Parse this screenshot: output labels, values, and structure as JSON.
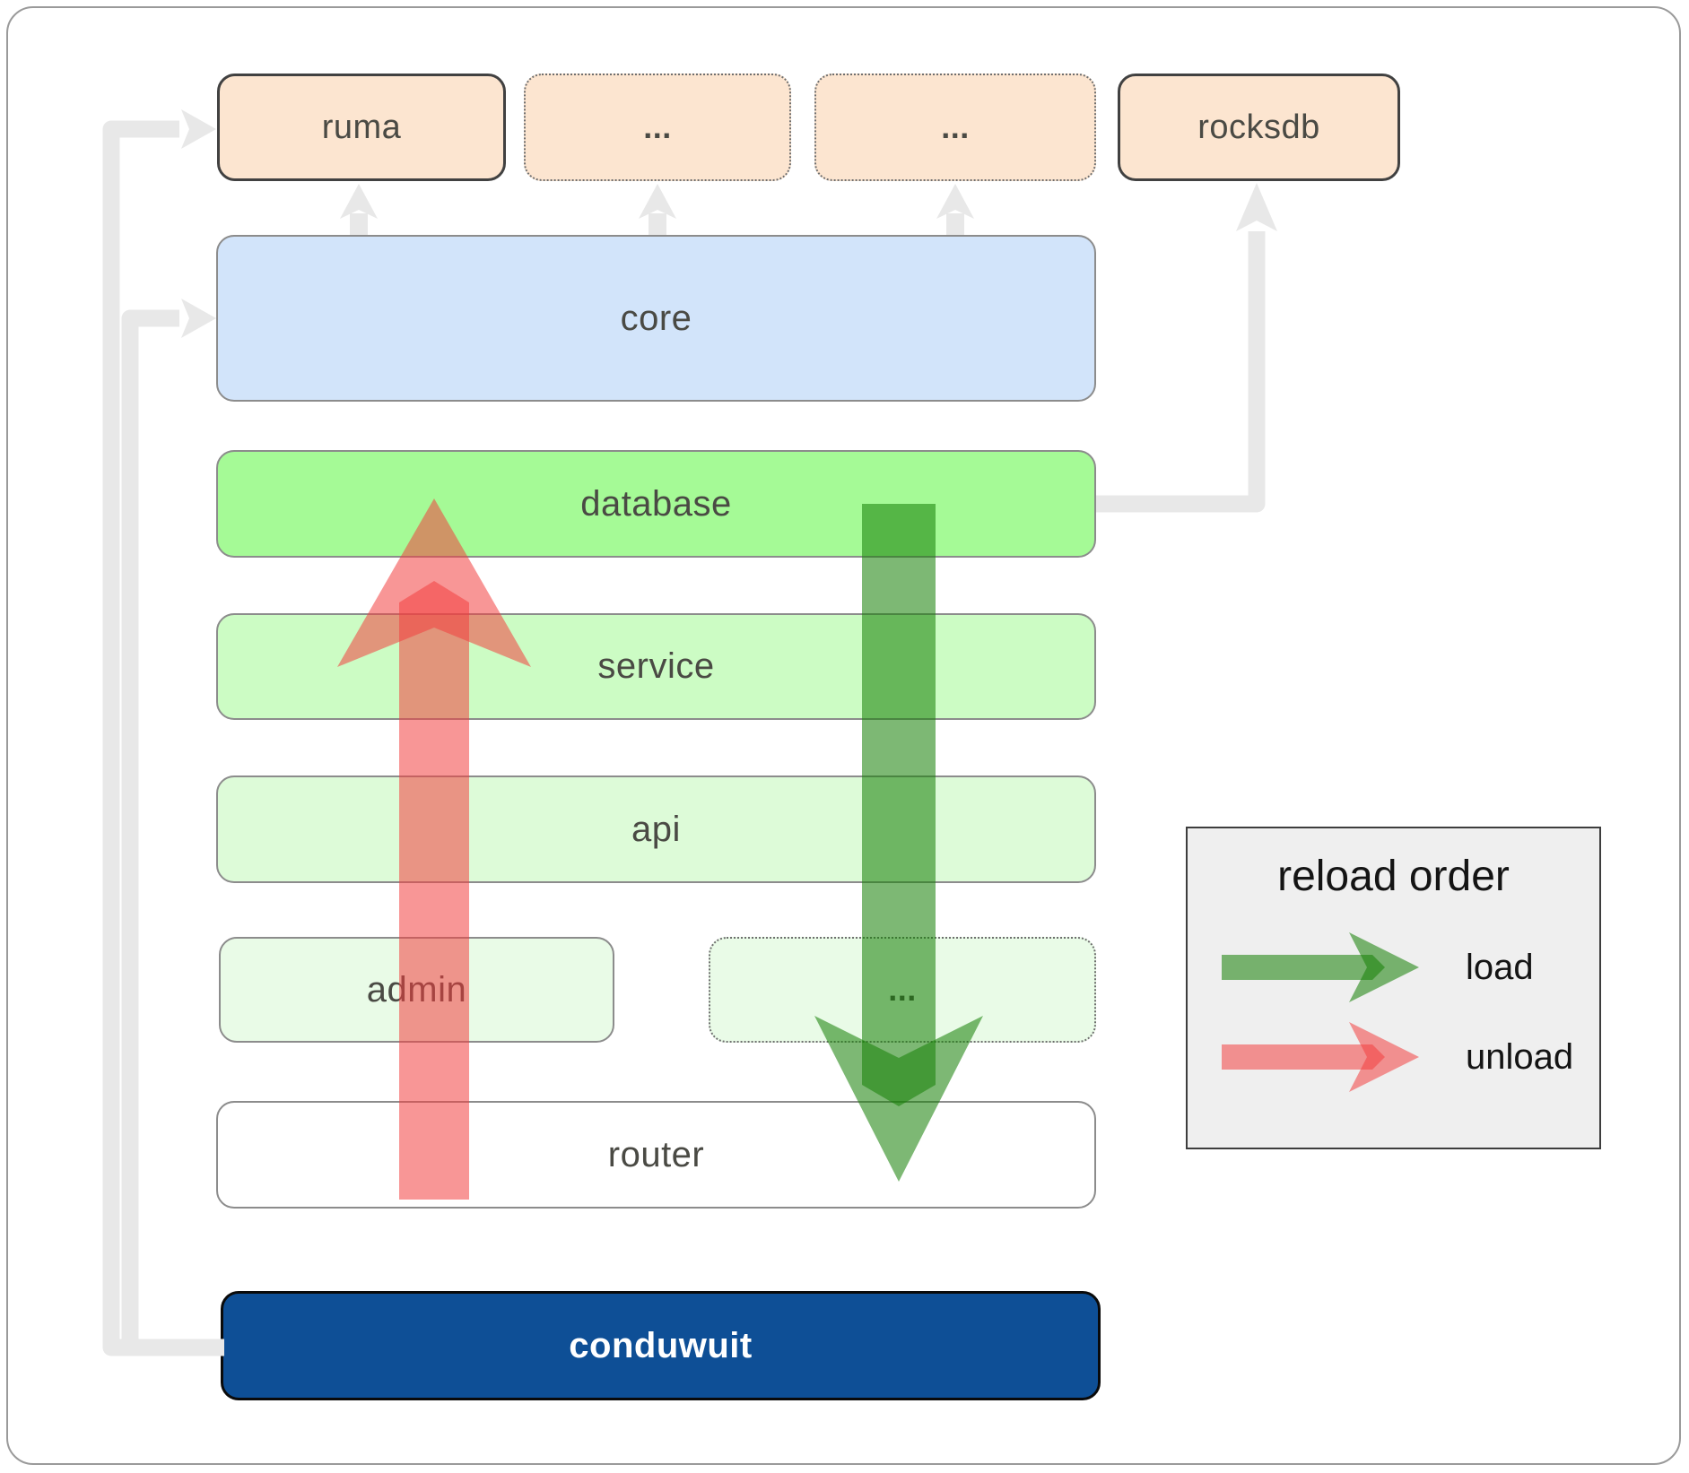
{
  "nodes": {
    "top_row": [
      {
        "id": "ruma",
        "label": "ruma",
        "border": "solid"
      },
      {
        "id": "ellipsis-top-1",
        "label": "...",
        "border": "dotted"
      },
      {
        "id": "ellipsis-top-2",
        "label": "...",
        "border": "dotted"
      },
      {
        "id": "rocksdb",
        "label": "rocksdb",
        "border": "solid"
      }
    ],
    "layers": [
      {
        "id": "core",
        "label": "core",
        "fill": "#d2e4fa"
      },
      {
        "id": "database",
        "label": "database",
        "fill": "#a5fa96"
      },
      {
        "id": "service",
        "label": "service",
        "fill": "#ccfcc4"
      },
      {
        "id": "api",
        "label": "api",
        "fill": "#ddfbd8"
      },
      {
        "id": "router",
        "label": "router",
        "fill": "#ffffff"
      },
      {
        "id": "conduwuit",
        "label": "conduwuit",
        "fill": "#0e4f96",
        "text_color": "#ffffff"
      }
    ],
    "admin_row": [
      {
        "id": "admin",
        "label": "admin",
        "border": "solid"
      },
      {
        "id": "ellipsis-admin",
        "label": "...",
        "border": "dotted"
      }
    ]
  },
  "legend": {
    "title": "reload order",
    "items": [
      {
        "label": "load",
        "color": "rgba(24,128,8,0.56)"
      },
      {
        "label": "unload",
        "color": "rgba(242,63,63,0.55)"
      }
    ]
  },
  "arrows": {
    "load_direction": "down",
    "unload_direction": "up",
    "load_color": "rgba(24,128,8,0.56)",
    "unload_color": "rgba(242,63,63,0.55)",
    "edge_color": "#e8e8e8"
  }
}
